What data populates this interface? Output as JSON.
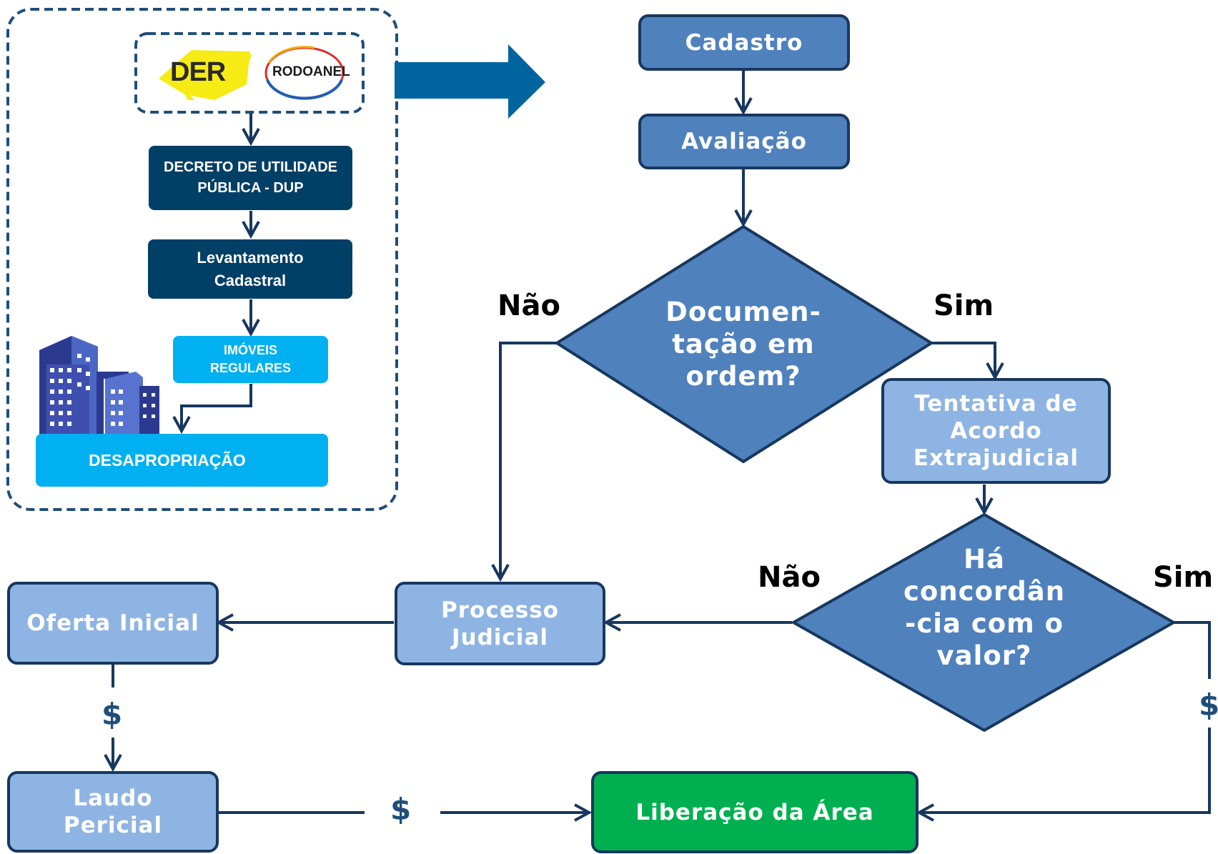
{
  "left_panel": {
    "logo_der": "DER",
    "logo_rodoanel": "RODOANEL",
    "step_dup": "DECRETO DE UTILIDADE PÚBLICA - DUP",
    "step_levantamento": "Levantamento Cadastral",
    "step_imoveis": "IMÓVEIS REGULARES",
    "step_desapropriacao": "DESAPROPRIAÇÃO"
  },
  "flow": {
    "cadastro": "Cadastro",
    "avaliacao": "Avaliação",
    "documentacao": [
      "Documen-",
      "tação em",
      "ordem?"
    ],
    "tentativa": "Tentativa de Acordo Extrajudicial",
    "concordancia": [
      "Há",
      "concordân",
      "-cia com o",
      "valor?"
    ],
    "processo_judicial": "Processo Judicial",
    "oferta_inicial": "Oferta Inicial",
    "laudo_pericial": "Laudo Pericial",
    "liberacao": "Liberação da Área"
  },
  "edge_labels": {
    "nao_1": "Não",
    "sim_1": "Sim",
    "nao_2": "Não",
    "sim_2": "Sim",
    "money_oferta": "$",
    "money_laudo": "$",
    "money_sim": "$"
  },
  "colors": {
    "dark_navy": "#17375e",
    "main_blue": "#4f81bd",
    "light_blue": "#8eb4e3",
    "green": "#00b050",
    "cyan": "#00b0f0",
    "dark_box": "#003f66",
    "big_arrow": "#00659e"
  }
}
